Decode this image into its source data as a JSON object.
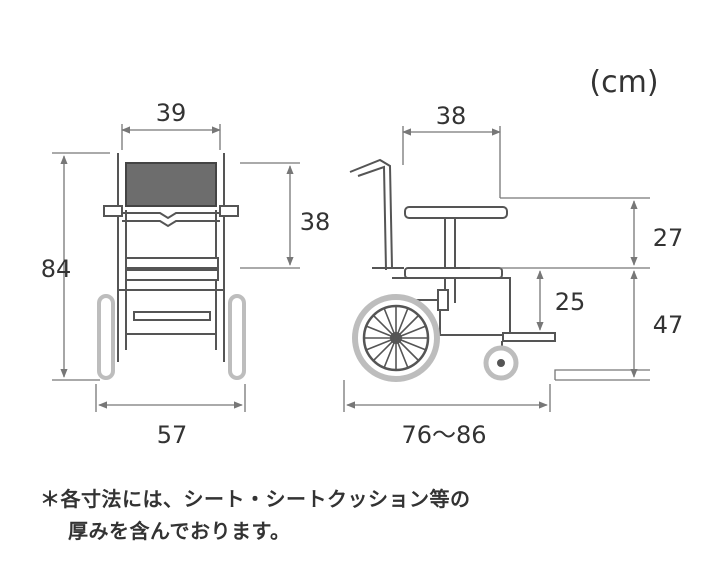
{
  "unit_label": "(cm)",
  "front_view": {
    "seat_width": "39",
    "total_height": "84",
    "backrest_height": "38",
    "overall_width": "57"
  },
  "side_view": {
    "seat_depth": "38",
    "armrest_above_seat": "27",
    "seat_to_footrest": "25",
    "seat_height": "47",
    "overall_length": "76〜86"
  },
  "footnote": {
    "line1": "＊各寸法には、シート・シートクッション等の",
    "line2": "厚みを含んでおります。"
  },
  "colors": {
    "line": "#555555",
    "dim": "#777777",
    "backrest": "#6d6d6d",
    "tire": "#bdbdbd"
  }
}
